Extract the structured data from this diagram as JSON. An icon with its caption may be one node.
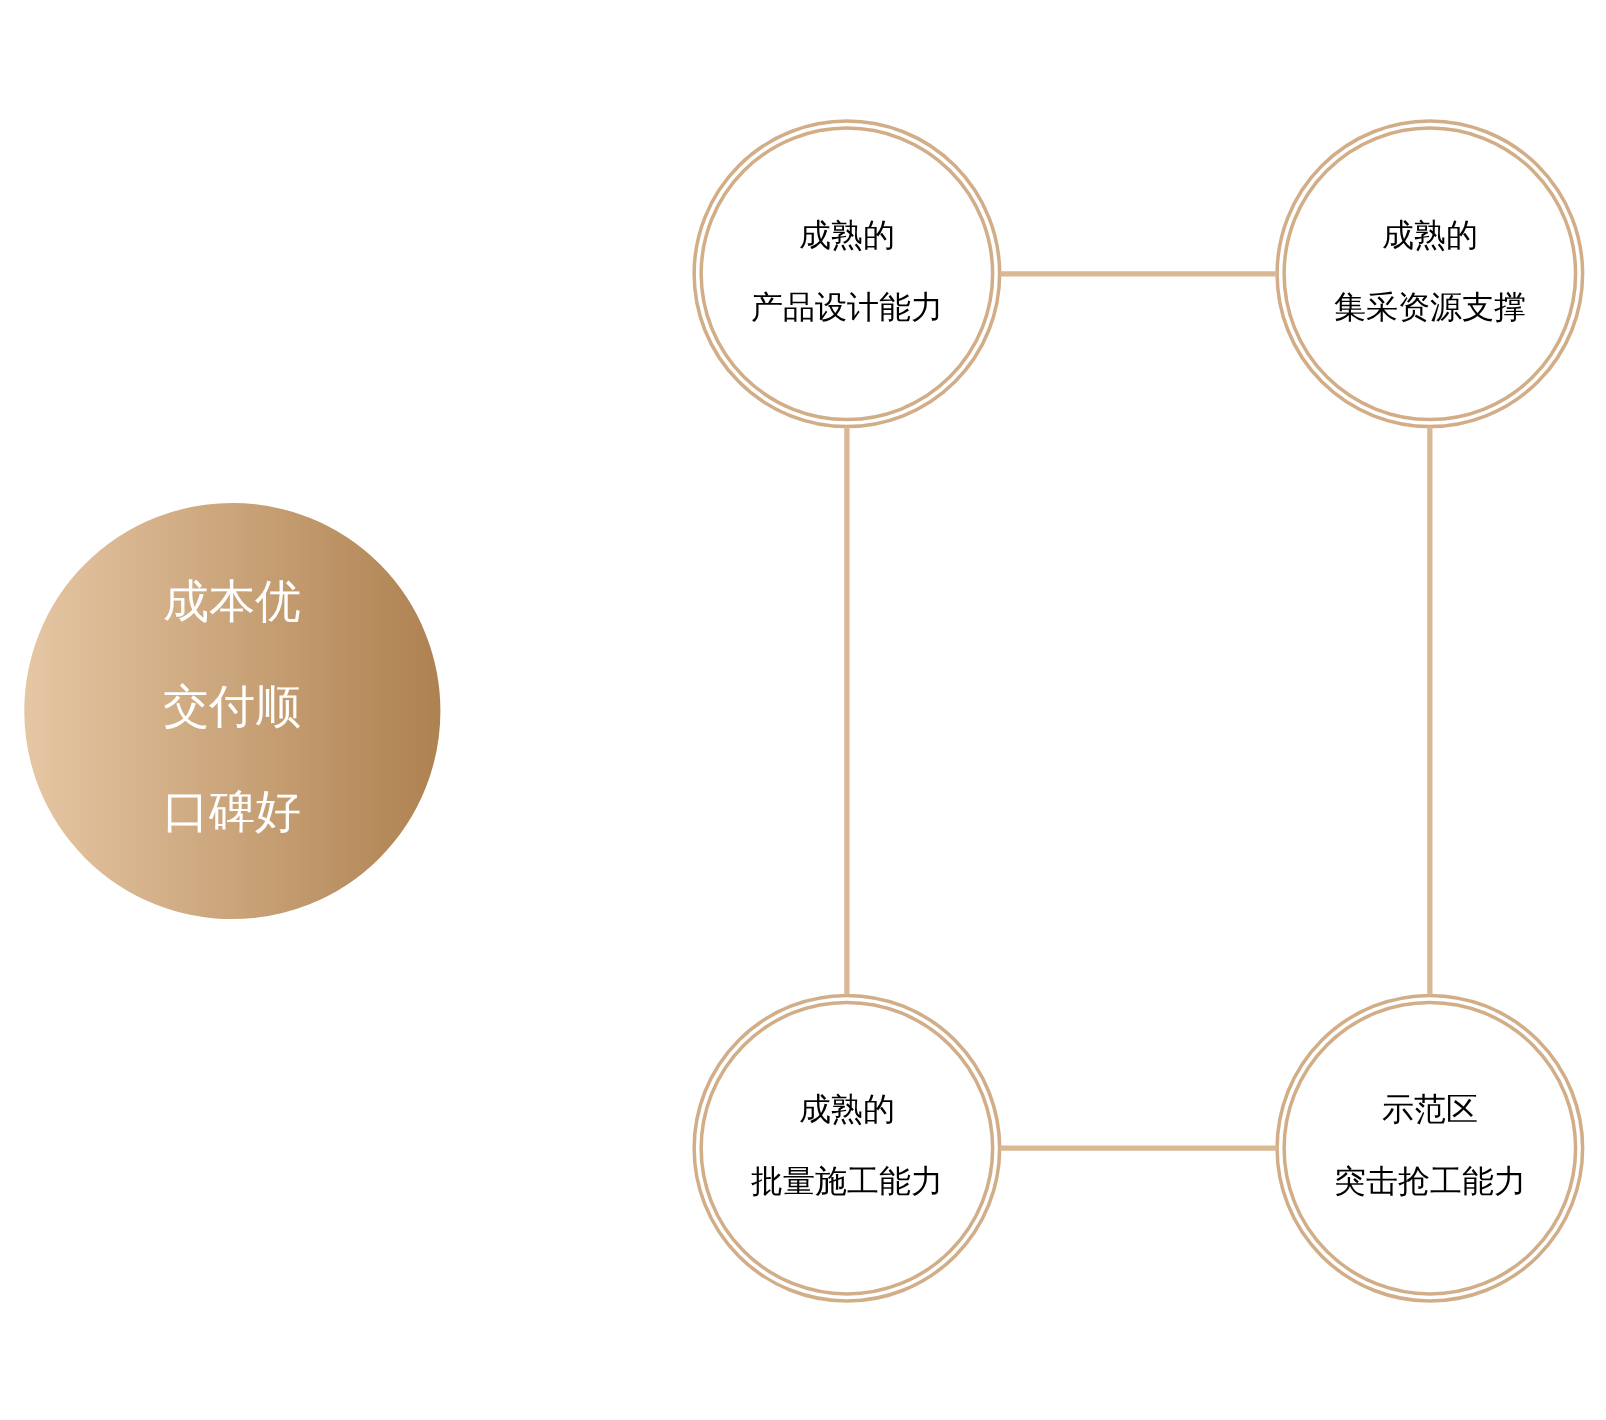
{
  "diagram": {
    "nodes": [
      {
        "text": [
          "成本优",
          "交付顺",
          "口碑好"
        ]
      },
      {
        "text": [
          "成熟的",
          "产品设计能力"
        ]
      },
      {
        "text": [
          "成熟的",
          "集采资源支撑"
        ]
      },
      {
        "text": [
          "成熟的",
          "批量施工能力"
        ]
      },
      {
        "text": [
          "示范区",
          "突击抢工能力"
        ]
      }
    ],
    "edges": [
      {
        "from": 1,
        "to": 2,
        "arrow": "none"
      },
      {
        "from": 2,
        "to": 4,
        "arrow": "none"
      },
      {
        "from": 3,
        "to": 4,
        "arrow": "none"
      },
      {
        "from": 1,
        "to": 3,
        "arrow": "none"
      }
    ]
  }
}
